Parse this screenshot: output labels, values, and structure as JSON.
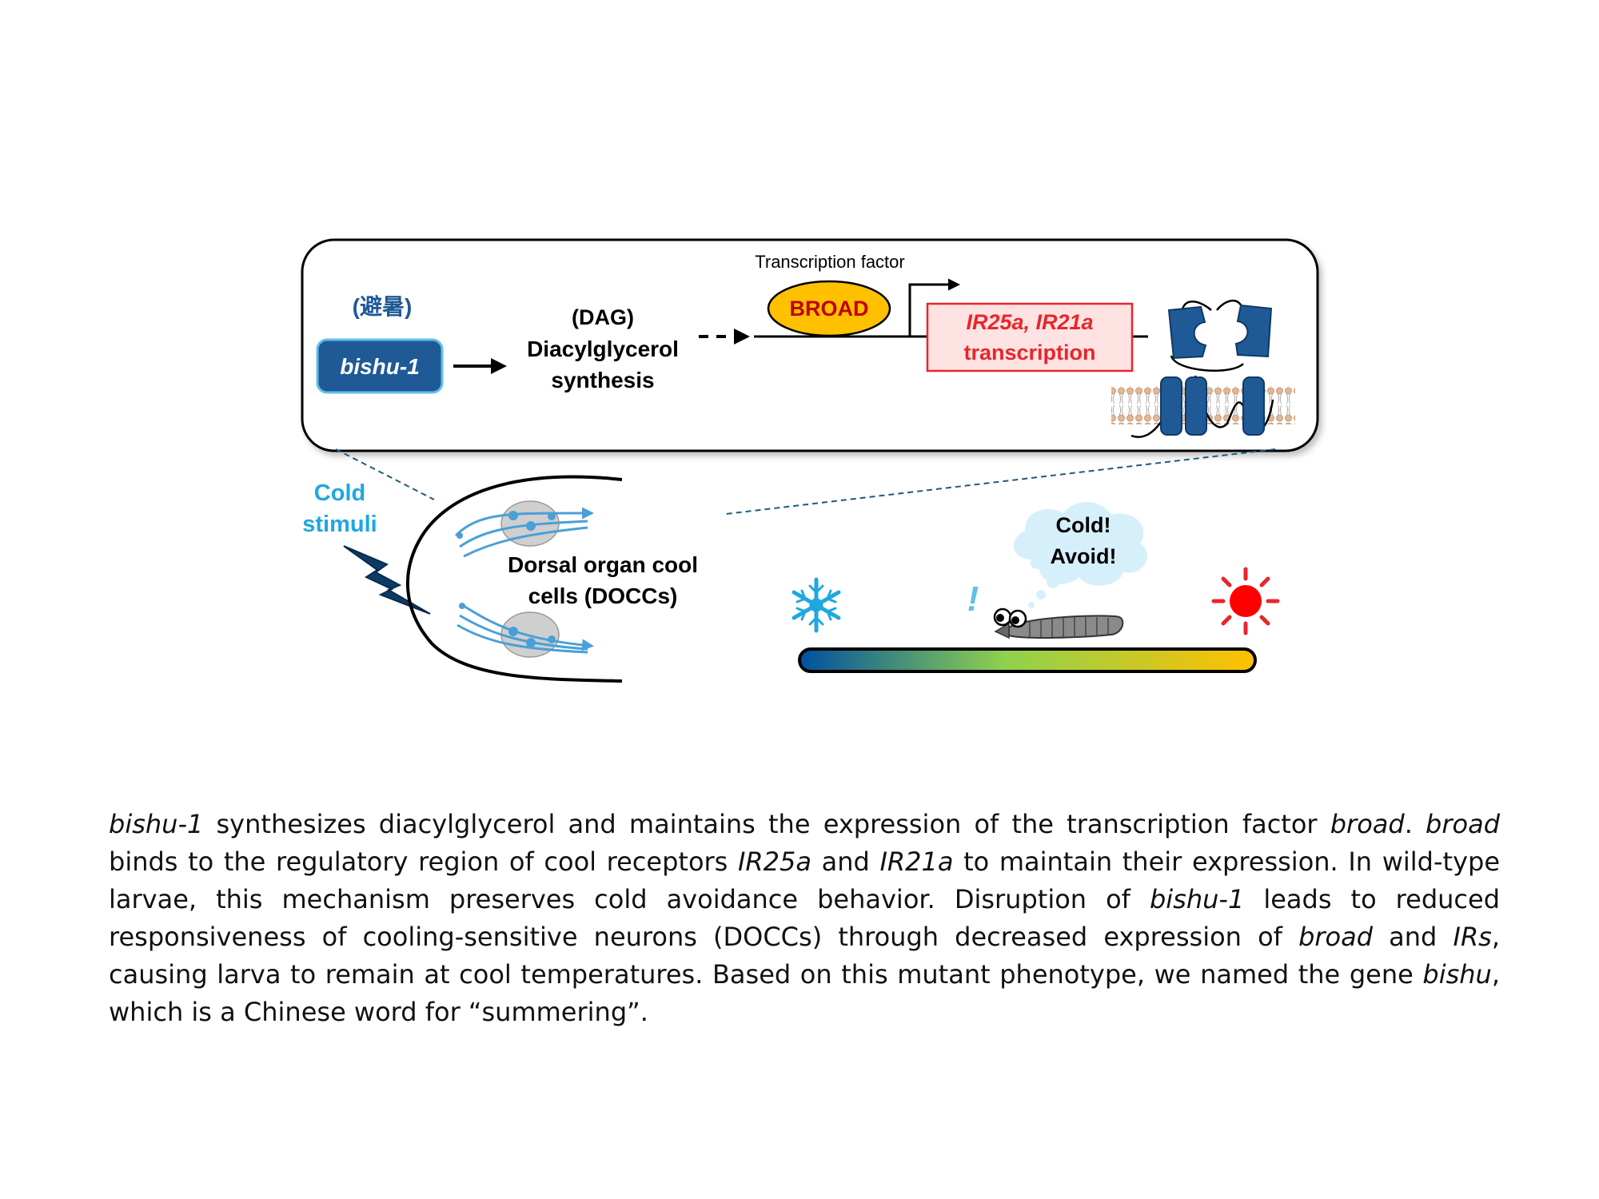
{
  "diagram": {
    "kanji_label": "(避暑)",
    "gene_box": "bishu-1",
    "dag_label": "(DAG)",
    "dag_line1": "Diacylglycerol",
    "dag_line2": "synthesis",
    "tf_label": "Transcription factor",
    "tf_name": "BROAD",
    "target_line1": "IR25a, IR21a",
    "target_line2": "transcription",
    "stimulus_line1": "Cold",
    "stimulus_line2": "stimuli",
    "cells_line1": "Dorsal organ cool",
    "cells_line2": "cells (DOCCs)",
    "bubble_line1": "Cold!",
    "bubble_line2": "Avoid!",
    "exclaim": "!",
    "cold_icon": "snowflake-icon",
    "hot_icon": "sun-icon",
    "colors": {
      "gene_fill": "#1f5a96",
      "tf_fill": "#ffc000",
      "tf_text": "#c00000",
      "target_text": "#e8262c",
      "stimulus": "#1fa7e0",
      "receptor": "#1f5a96",
      "gradient": [
        "#0050a0",
        "#8fd14f",
        "#ffc000"
      ]
    }
  },
  "caption": {
    "s1": "bishu-1",
    "s2": " synthesizes diacylglycerol and maintains the expression of the transcription factor ",
    "s3": "broad",
    "s4": ". ",
    "s5": "broad",
    "s6": " binds to the regulatory region of cool receptors ",
    "s7": "IR25a",
    "s8": " and ",
    "s9": "IR21a",
    "s10": " to maintain their expression. In wild-type larvae, this mechanism preserves cold avoidance behavior. Disruption of ",
    "s11": "bishu-1",
    "s12": " leads to reduced responsiveness of cooling-sensitive neurons (DOCCs) through decreased expression of ",
    "s13": "broad",
    "s14": " and ",
    "s15": "IRs",
    "s16": ", causing larva to remain at cool temperatures. Based on this mutant phenotype, we named the gene ",
    "s17": "bishu",
    "s18": ", which is a Chinese word for “summering”."
  }
}
